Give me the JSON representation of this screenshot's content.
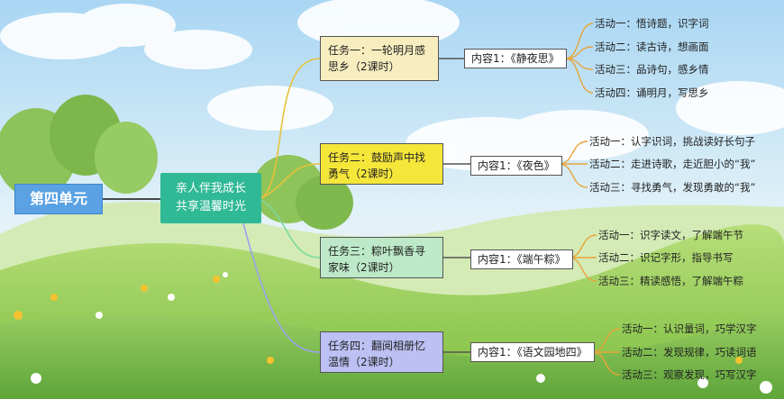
{
  "unit": {
    "label": "第四单元"
  },
  "theme": {
    "line1": "亲人伴我成长",
    "line2": "共享温馨时光"
  },
  "tasks": [
    {
      "title": "任务一：一轮明月感思乡（2课时）",
      "content": "内容1：《静夜思》",
      "activities": [
        "活动一：悟诗题，识字词",
        "活动二：读古诗，想画面",
        "活动三：品诗句，感乡情",
        "活动四：诵明月，写思乡"
      ]
    },
    {
      "title": "任务二：鼓励声中找勇气（2课时）",
      "content": "内容1：《夜色》",
      "activities": [
        "活动一：认字识词，挑战读好长句子",
        "活动二：走进诗歌，走近胆小的“我”",
        "活动三：寻找勇气，发现勇敢的“我”"
      ]
    },
    {
      "title": "任务三：粽叶飘香寻家味（2课时）",
      "content": "内容1：《端午粽》",
      "activities": [
        "活动一：识字读文，了解端午节",
        "活动二：识记字形，指导书写",
        "活动三：精读感悟，了解端午粽"
      ]
    },
    {
      "title": "任务四：翻阅相册忆温情（2课时）",
      "content": "内容1：《语文园地四》",
      "activities": [
        "活动一：认识量词，巧学汉字",
        "活动二：发现规律，巧读词语",
        "活动三：观察发现，巧写汉字"
      ]
    }
  ],
  "colors": {
    "unit": "#5aa2e4",
    "theme": "#2fb995",
    "task1": "#f7edbf",
    "task2": "#f5e63a",
    "task3": "#bde9c8",
    "task4": "#bcc0f2"
  }
}
